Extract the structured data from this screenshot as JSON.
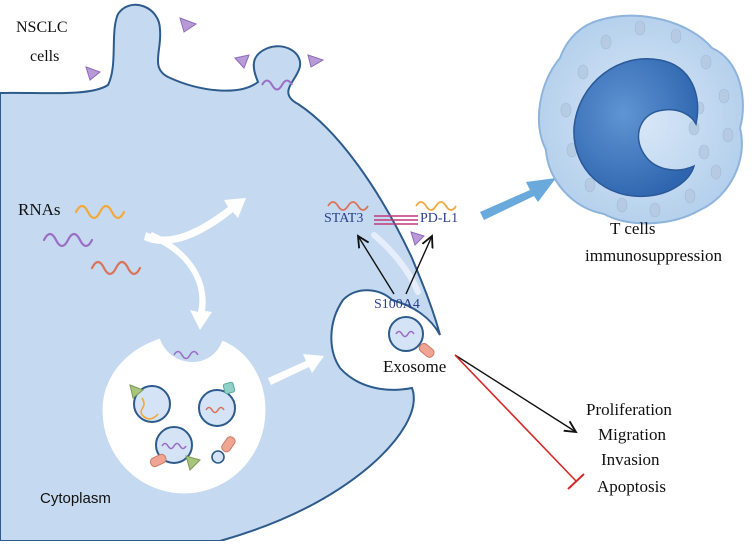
{
  "labels": {
    "nsclc_line1": "NSCLC",
    "nsclc_line2": "cells",
    "rnas": "RNAs",
    "stat3": "STAT3",
    "pdl1": "PD-L1",
    "s100a4": "S100A4",
    "exosome": "Exosome",
    "cytoplasm": "Cytoplasm",
    "tcells_line1": "T cells",
    "tcells_line2": "immunosuppression",
    "outcomes": [
      "Proliferation",
      "Migration",
      "Invasion",
      "Apoptosis"
    ]
  },
  "colors": {
    "cell_fill": "#c5daf0",
    "cell_edge": "#2d5b8c",
    "rna_orange": "#f2a93b",
    "rna_purple": "#9b6ec6",
    "rna_red": "#d9745a",
    "triangle": "#b79ad6",
    "arrow_blue": "#6aa9dc",
    "inhibit_red": "#d62828"
  }
}
